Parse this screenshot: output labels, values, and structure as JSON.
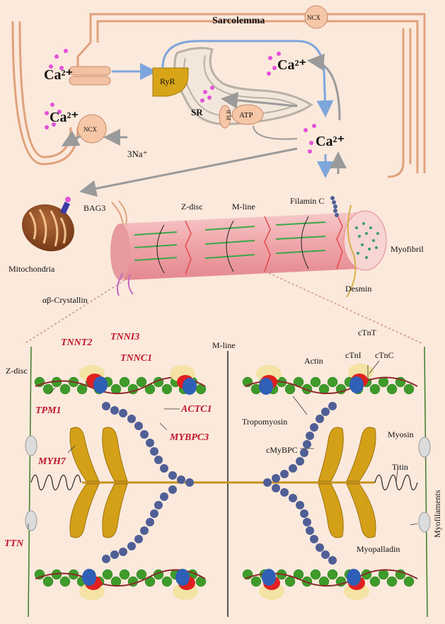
{
  "labels": {
    "sarcolemma": "Sarcolemma",
    "ncx_top": "NCX",
    "ncx_left": "NCX",
    "ca_left_top": "Ca²⁺",
    "ca_left_bottom": "Ca²⁺",
    "ca_right_top": "Ca²⁺",
    "ca_right_mid": "Ca²⁺",
    "ryr": "RyR",
    "sr": "SR",
    "plb": "PLB",
    "atp": "ATP",
    "na": "3Na⁺",
    "bag3": "BAG3",
    "zdisc_top": "Z-disc",
    "mline_top": "M-line",
    "filaminc": "Filamin C",
    "myofibril": "Myofibril",
    "mitochondria": "Mitochondria",
    "crystallin": "αβ-Crystallin",
    "desmin": "Desmin",
    "zdisc_bottom": "Z-disc",
    "mline_bottom": "M-line",
    "actin": "Actin",
    "ctnt": "cTnT",
    "ctni": "cTnI",
    "ctnc": "cTnC",
    "tropomyosin": "Tropomyosin",
    "cmybpc": "cMyBPC",
    "myosin": "Myosin",
    "titin": "Titin",
    "myopalladin": "Myopalladin",
    "myofilaments": "Myofilaments"
  },
  "genes": {
    "tnnt2": "TNNT2",
    "tnni3": "TNNI3",
    "tnnc1": "TNNC1",
    "tpm1": "TPM1",
    "actc1": "ACTC1",
    "mybpc3": "MYBPC3",
    "myh7": "MYH7",
    "ttn": "TTN"
  },
  "colors": {
    "membrane": "#e0a27c",
    "arrow_blue": "#7ea6dc",
    "arrow_grey": "#9a9a9a",
    "gene_red": "#c0172b",
    "actin_green": "#3e9b2a",
    "myosin_gold": "#d4a017",
    "mybpc_blue": "#4f5f96"
  }
}
